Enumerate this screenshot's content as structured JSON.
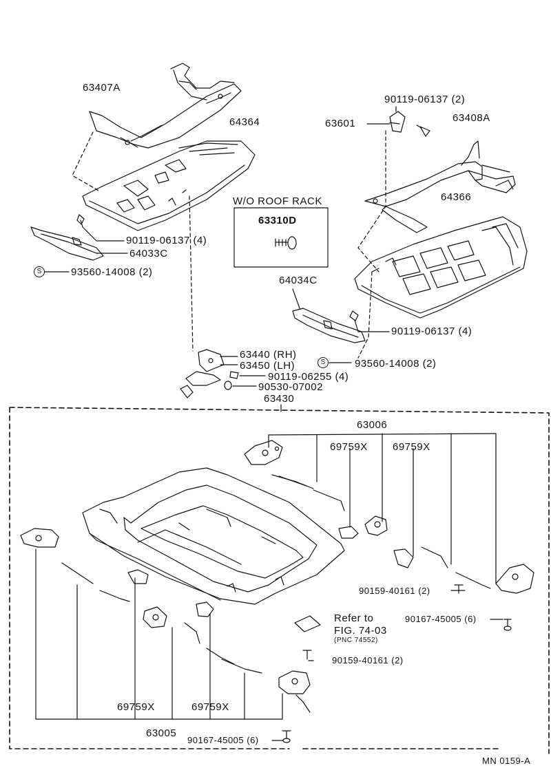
{
  "labels": {
    "p63407A": "63407A",
    "p64364": "64364",
    "p90119_06137_2": "90119-06137 (2)",
    "p63601": "63601",
    "p63408A": "63408A",
    "wo_roof_rack": "W/O  ROOF RACK",
    "p63310D": "63310D",
    "p64366": "64366",
    "p90119_06137_4a": "90119-06137 (4)",
    "p64033C": "64033C",
    "p93560_14008_2a": "93560-14008 (2)",
    "p64034C": "64034C",
    "p90119_06137_4b": "90119-06137 (4)",
    "p63440": "63440 (RH)",
    "p63450": "63450 (LH)",
    "p93560_14008_2b": "93560-14008 (2)",
    "p90119_06255": "90119-06255 (4)",
    "p90530_07002": "90530-07002",
    "p63430": "63430",
    "p63006": "63006",
    "p69759X_a": "69759X",
    "p69759X_b": "69759X",
    "p90159_40161_a": "90159-40161 (2)",
    "p90167_45005_a": "90167-45005 (6)",
    "refer_to": "Refer to",
    "fig_ref": "FIG. 74-03",
    "pnc_ref": "(PNC 74552)",
    "p90159_40161_b": "90159-40161 (2)",
    "p69759X_c": "69759X",
    "p69759X_d": "69759X",
    "p63005": "63005",
    "p90167_45005_b": "90167-45005 (6)",
    "figure_code": "MN  0159-A",
    "s_mark": "S"
  }
}
